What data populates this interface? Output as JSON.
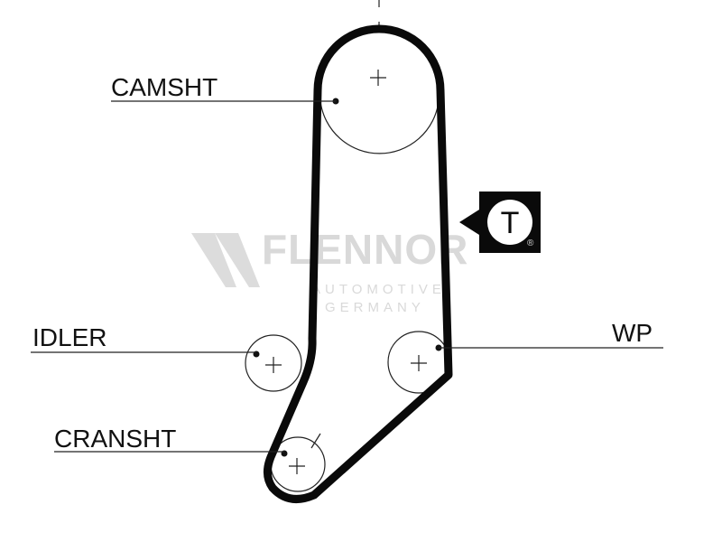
{
  "labels": {
    "camshaft": "CAMSHT",
    "idler": "IDLER",
    "water_pump": "WP",
    "crankshaft": "CRANSHT",
    "tensioner": "T"
  },
  "watermark": {
    "brand": "FLENNOR",
    "line1": "AUTOMOTIVE",
    "line2": "GERMANY",
    "registered": "®"
  },
  "colors": {
    "belt": "#0a0a0a",
    "line": "#222222",
    "watermark": "#d9d9d9"
  },
  "icons": {
    "tensioner_marker": "tensioner-marker-icon",
    "center_mark": "plus-cross"
  }
}
